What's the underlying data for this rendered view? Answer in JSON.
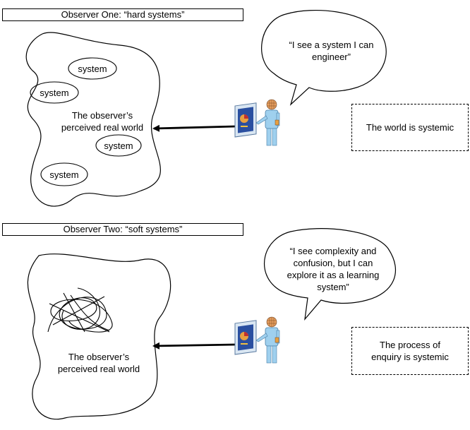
{
  "panels": [
    {
      "title": "Observer One: “hard systems”",
      "world_label_1": "The observer’s",
      "world_label_2": "perceived real world",
      "systems": [
        "system",
        "system",
        "system",
        "system"
      ],
      "speech_lines": [
        "“I see a system I can",
        "engineer”"
      ],
      "side_box": "The world is systemic"
    },
    {
      "title": "Observer Two: “soft systems”",
      "world_label_1": "The observer’s",
      "world_label_2": "perceived real world",
      "speech_lines": [
        "“I see complexity and",
        "confusion, but I can",
        "explore it as a learning",
        "system”"
      ],
      "side_box_lines": [
        "The process of",
        "enquiry is systemic"
      ]
    }
  ]
}
